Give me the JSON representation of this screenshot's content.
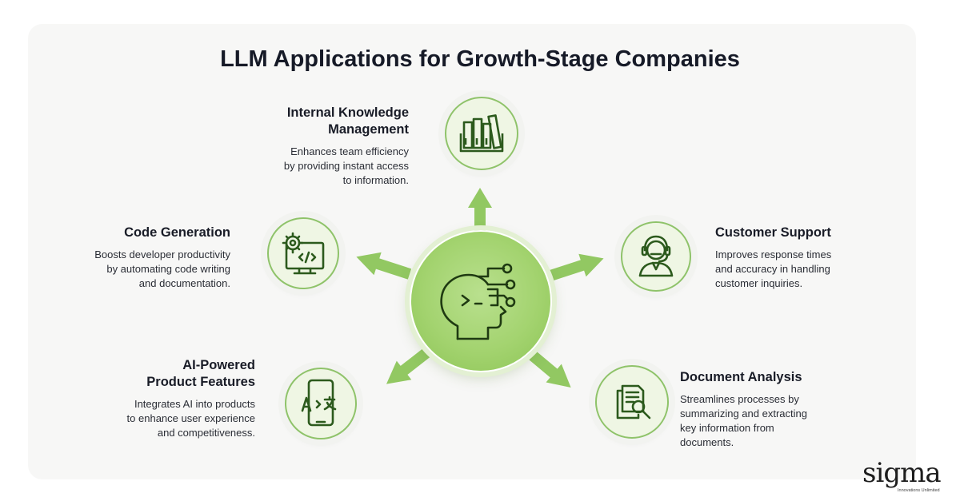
{
  "title": "LLM Applications for Growth-Stage Companies",
  "hub": {
    "icon": "ai-head-circuit-icon"
  },
  "applications": [
    {
      "id": "knowledge",
      "title_lines": [
        "Internal Knowledge",
        "Management"
      ],
      "desc_lines": [
        "Enhances team efficiency",
        "by providing instant access",
        "to information."
      ],
      "icon": "books-icon"
    },
    {
      "id": "support",
      "title_lines": [
        "Customer Support"
      ],
      "desc_lines": [
        "Improves response times",
        "and accuracy in handling",
        "customer inquiries."
      ],
      "icon": "headset-agent-icon"
    },
    {
      "id": "documents",
      "title_lines": [
        "Document Analysis"
      ],
      "desc_lines": [
        "Streamlines processes by",
        "summarizing and extracting",
        "key information from",
        "documents."
      ],
      "icon": "document-search-icon"
    },
    {
      "id": "product",
      "title_lines": [
        "AI-Powered",
        "Product Features"
      ],
      "desc_lines": [
        "Integrates AI into products",
        "to enhance user experience",
        "and competitiveness."
      ],
      "icon": "phone-translate-icon"
    },
    {
      "id": "code",
      "title_lines": [
        "Code Generation"
      ],
      "desc_lines": [
        "Boosts developer productivity",
        "by automating code writing",
        "and documentation."
      ],
      "icon": "monitor-gear-code-icon"
    }
  ],
  "brand": {
    "name": "sigma",
    "tagline": "Innovations Unlimited"
  },
  "colors": {
    "accent": "#8cc455",
    "icon_stroke": "#2c5a1d",
    "arrow": "#92c862",
    "title": "#161a27"
  }
}
